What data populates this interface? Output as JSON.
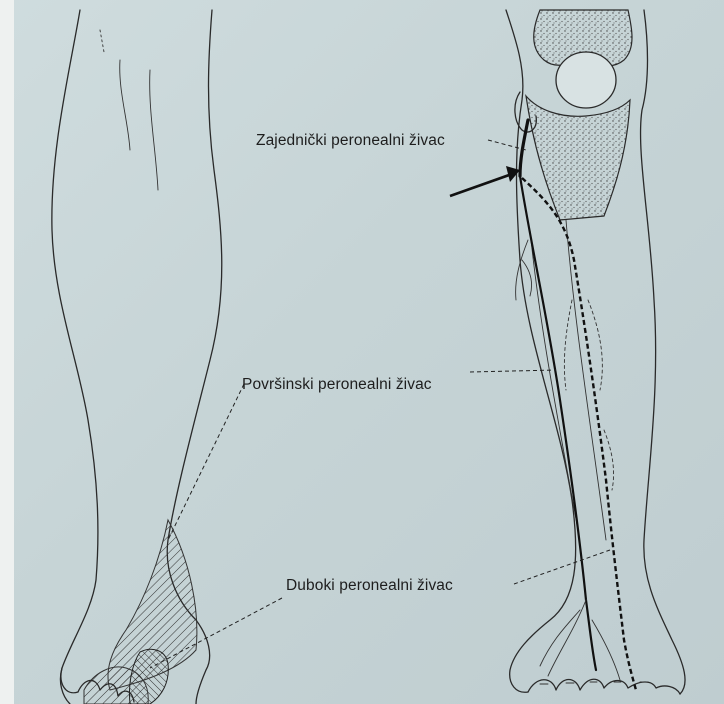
{
  "labels": {
    "common": "Zajednički peronealni živac",
    "superficial": "Površinski peronealni živac",
    "deep": "Duboki peronealni živac"
  },
  "colors": {
    "background": "#c9d7d9",
    "ink": "#1e1e1e"
  }
}
